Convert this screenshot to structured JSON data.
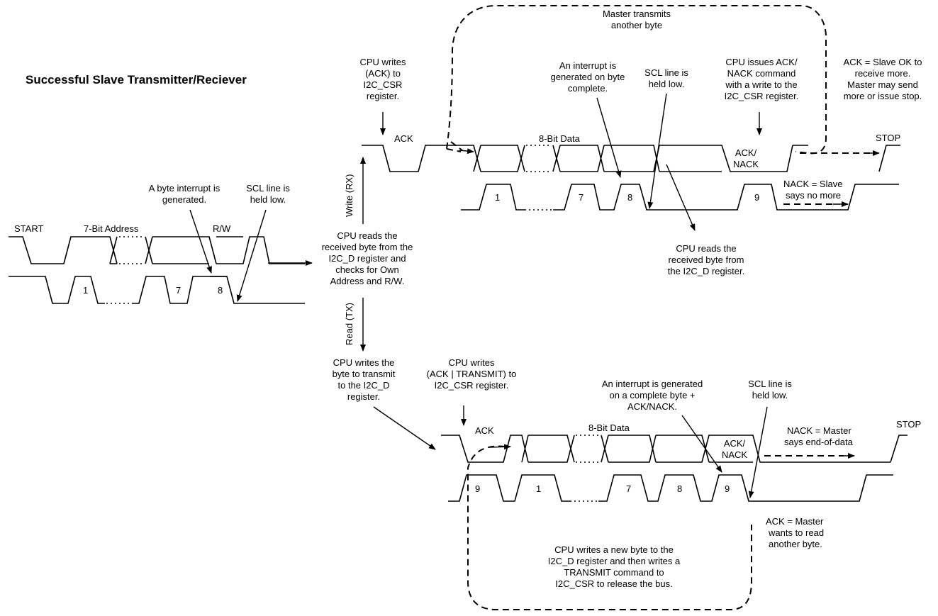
{
  "title": "Successful Slave Transmitter/Reciever",
  "address_phase": {
    "start": "START",
    "address": "7-Bit Address",
    "rw": "R/W",
    "clk_1": "1",
    "clk_7": "7",
    "clk_8": "8",
    "note_interrupt": [
      "A byte interrupt is",
      "generated."
    ],
    "note_scl": [
      "SCL line is",
      "held low."
    ]
  },
  "center_note": [
    "CPU reads the",
    "received byte from the",
    "I2C_D register and",
    "checks for  Own",
    "Address and R/W."
  ],
  "write_label": "Write (RX)",
  "read_label": "Read (TX)",
  "rx": {
    "ack": "ACK",
    "data": "8-Bit Data",
    "acknack": [
      "ACK/",
      "NACK"
    ],
    "stop": "STOP",
    "clk_1": "1",
    "clk_7": "7",
    "clk_8": "8",
    "clk_9": "9",
    "master_loop": [
      "Master transmits",
      "another byte"
    ],
    "note_cpu_ack": [
      "CPU writes",
      "(ACK) to",
      "I2C_CSR",
      "register."
    ],
    "note_interrupt": [
      "An interrupt is",
      "generated on byte",
      "complete."
    ],
    "note_scl": [
      "SCL line is",
      "held low."
    ],
    "note_cpu_acknack": [
      "CPU issues ACK/",
      "NACK command",
      "with a write to the",
      "I2C_CSR register."
    ],
    "note_ack_slave": [
      "ACK = Slave OK to",
      "receive more.",
      "Master may send",
      "more or issue stop."
    ],
    "note_nack_slave": [
      "NACK = Slave",
      "says no more"
    ],
    "note_cpu_reads": [
      "CPU reads the",
      "received byte from",
      "the I2C_D register."
    ]
  },
  "tx": {
    "ack": "ACK",
    "data": "8-Bit Data",
    "acknack": [
      "ACK/",
      "NACK"
    ],
    "stop": "STOP",
    "clk_9a": "9",
    "clk_1": "1",
    "clk_7": "7",
    "clk_8": "8",
    "clk_9b": "9",
    "note_cpu_writes_byte": [
      "CPU writes the",
      "byte to transmit",
      "to the I2C_D",
      "register."
    ],
    "note_cpu_writes_csr": [
      "CPU writes",
      "(ACK | TRANSMIT) to",
      "I2C_CSR register."
    ],
    "note_interrupt": [
      "An interrupt is generated",
      "on a complete byte +",
      "ACK/NACK."
    ],
    "note_scl": [
      "SCL line is",
      "held low."
    ],
    "note_nack_master": [
      "NACK = Master",
      "says end-of-data"
    ],
    "note_ack_master": [
      "ACK = Master",
      "wants to read",
      "another byte."
    ],
    "note_loop": [
      "CPU writes a new byte to the",
      "I2C_D register and then writes a",
      "TRANSMIT command to",
      "I2C_CSR to release the bus."
    ]
  }
}
